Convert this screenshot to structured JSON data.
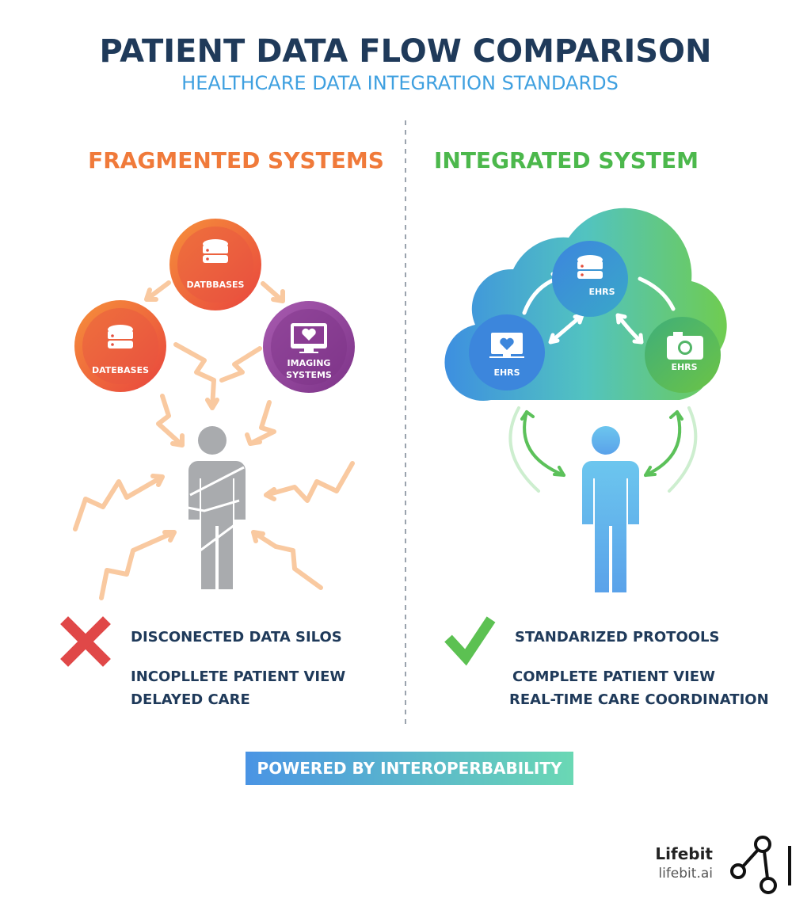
{
  "header": {
    "title": "PATIENT DATA FLOW COMPARISON",
    "subtitle": "HEALTHCARE DATA INTEGRATION STANDARDS"
  },
  "left": {
    "heading": "FRAGMENTED SYSTEMS",
    "nodes": [
      {
        "label": "DATBBASES",
        "icon": "database-icon"
      },
      {
        "label": "DATEBASES",
        "icon": "database-icon"
      },
      {
        "label_line1": "IMAGING",
        "label_line2": "SYSTEMS",
        "icon": "monitor-heart-icon"
      }
    ],
    "status_icon": "cross-icon",
    "points": [
      "DISCONECTED DATA SILOS",
      "INCOPLLETE PATIENT VIEW",
      "DELAYED CARE"
    ]
  },
  "right": {
    "heading": "INTEGRATED SYSTEM",
    "nodes": [
      {
        "label": "EHRS",
        "icon": "database-icon"
      },
      {
        "label": "EHRS",
        "icon": "monitor-heart-icon"
      },
      {
        "label": "EHRS",
        "icon": "camera-icon"
      }
    ],
    "status_icon": "check-icon",
    "points": [
      "STANDARIZED PROTOOLS",
      "COMPLETE PATIENT VIEW",
      "REAL-TIME CARE COORDINATION"
    ]
  },
  "banner": {
    "label": "POWERED BY INTEROPERBABILITY"
  },
  "brand": {
    "name": "Lifebit",
    "url": "lifebit.ai"
  },
  "colors": {
    "navy": "#1f3a5a",
    "blue": "#3a9ee0",
    "orange": "#f07a3a",
    "green": "#4cb84c",
    "purple": "#8e3f96"
  }
}
